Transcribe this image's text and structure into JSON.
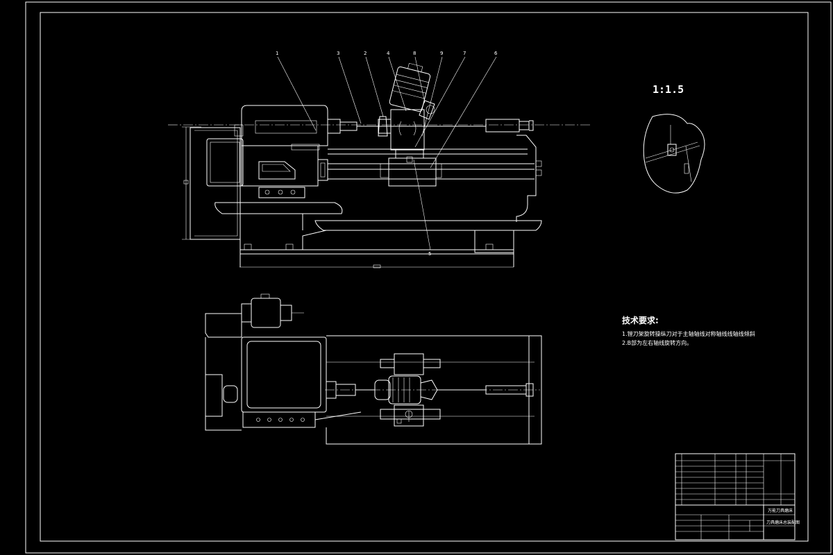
{
  "balloons": [
    "1",
    "3",
    "2",
    "4",
    "8",
    "9",
    "7",
    "6",
    "5"
  ],
  "detail": {
    "scale": "1:1.5"
  },
  "technical_requirements": {
    "title": "技术要求:",
    "line1": "1.镗刀架旋转操纵刀对于主轴轴线对称轴线线轴线倾斜",
    "line2": "2.B部为左右轴线旋转方向。"
  },
  "title_block": {
    "drawing_name": "万能刀具磨床",
    "subtitle": "刀具磨床总装配图"
  }
}
